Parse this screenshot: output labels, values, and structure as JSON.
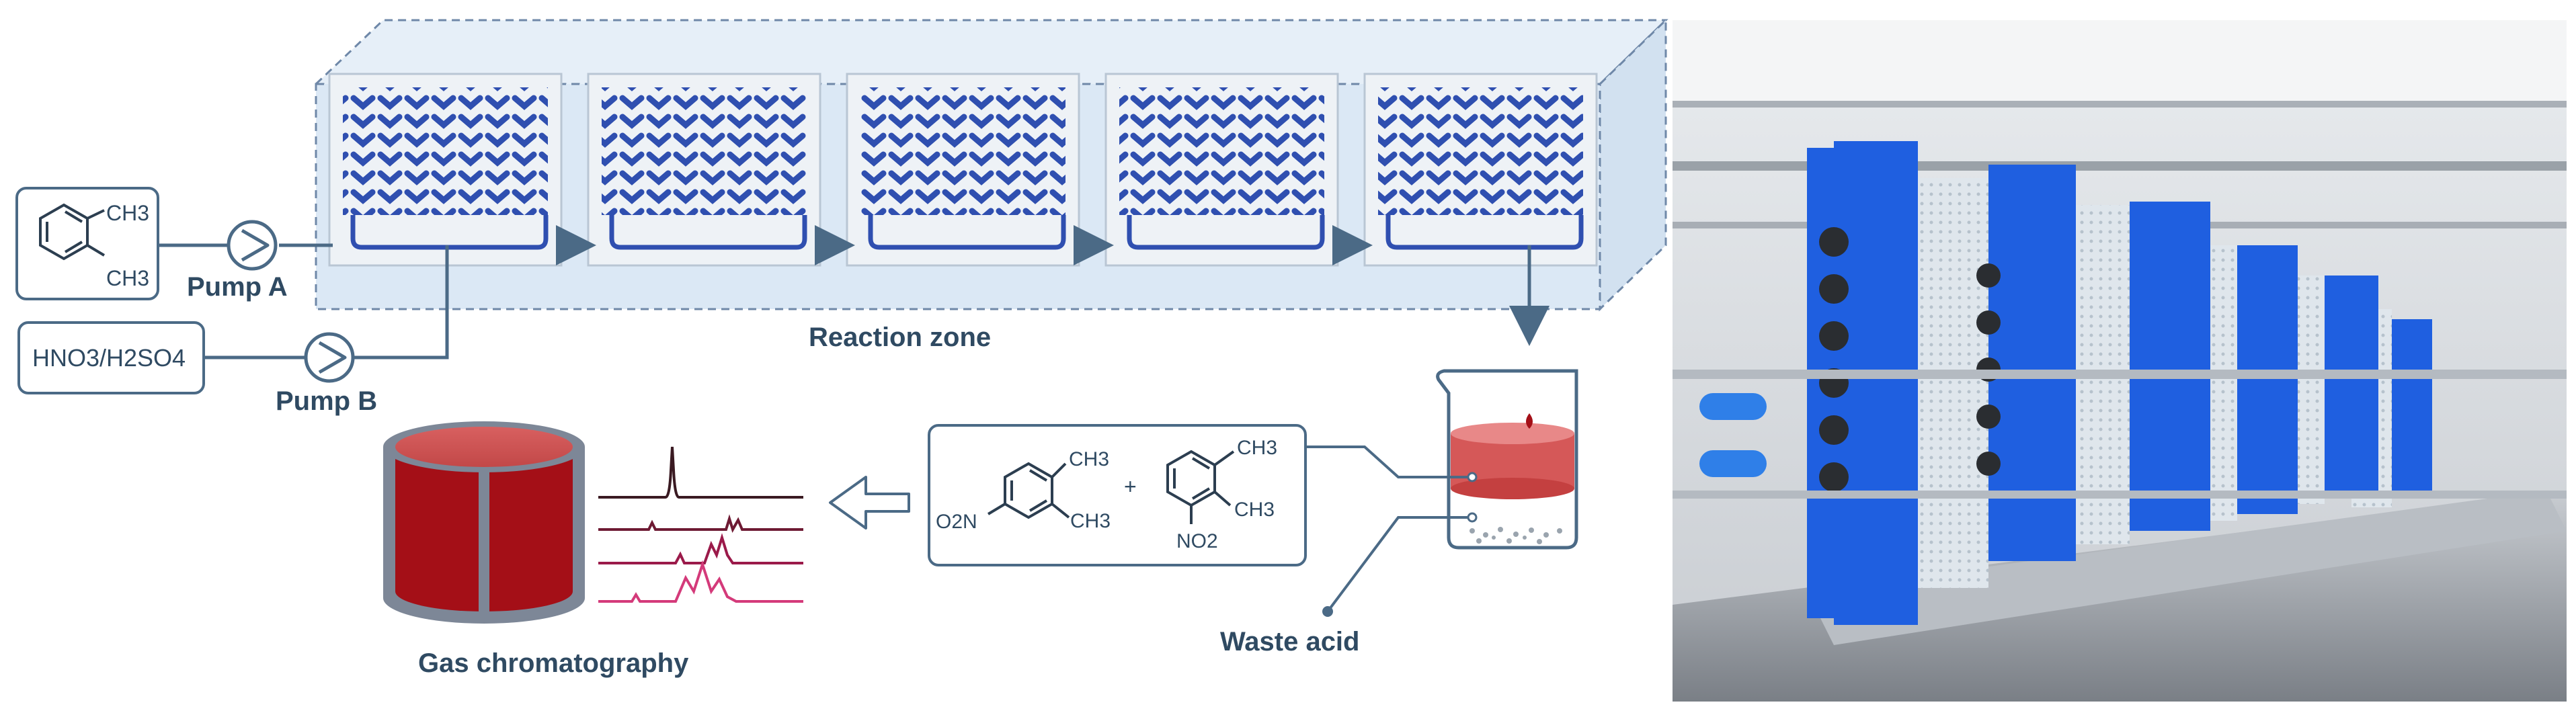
{
  "diagram": {
    "reactant_ch3_top": "CH3",
    "reactant_ch3_bottom": "CH3",
    "pump_a_label": "Pump A",
    "pump_b_label": "Pump B",
    "acid_label": "HNO3/H2SO4",
    "reaction_zone_label": "Reaction zone",
    "waste_acid_label": "Waste acid",
    "gc_label": "Gas chromatography",
    "product1": {
      "ch3_a": "CH3",
      "ch3_b": "CH3",
      "no2": "O2N"
    },
    "plus": "+",
    "product2": {
      "ch3_a": "CH3",
      "ch3_b": "CH3",
      "no2": "NO2"
    }
  },
  "colors": {
    "line": "#4b6a86",
    "zone_fill": "#dbe8f5",
    "module_blue": "#2f4fb0",
    "cylinder_red": "#a40f17",
    "cylinder_frame": "#7d8797",
    "no2_color": "#9b1a4a",
    "photo_blue": "#1f5fe0"
  }
}
